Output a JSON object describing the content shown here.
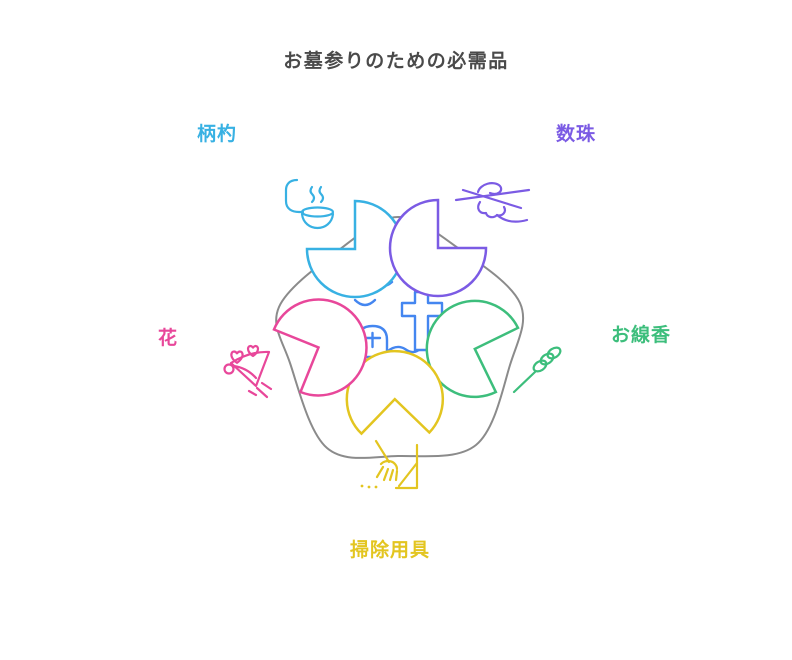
{
  "title": "お墓参りのための必需品",
  "title_color": "#4a4a4a",
  "center": {
    "icon": "grave-icon",
    "color": "#4486f0",
    "ring_color": "#8b8b8b"
  },
  "nodes": [
    {
      "id": "hishaku",
      "label": "柄杓",
      "color": "#38b1e3",
      "icon": "ladle-icon"
    },
    {
      "id": "juzu",
      "label": "数珠",
      "color": "#7b5be4",
      "icon": "prayer-beads-icon"
    },
    {
      "id": "osenko",
      "label": "お線香",
      "color": "#3dbe7c",
      "icon": "incense-icon"
    },
    {
      "id": "souji",
      "label": "掃除用具",
      "color": "#e3c520",
      "icon": "cleaning-tools-icon"
    },
    {
      "id": "hana",
      "label": "花",
      "color": "#e8479a",
      "icon": "bouquet-icon"
    }
  ]
}
